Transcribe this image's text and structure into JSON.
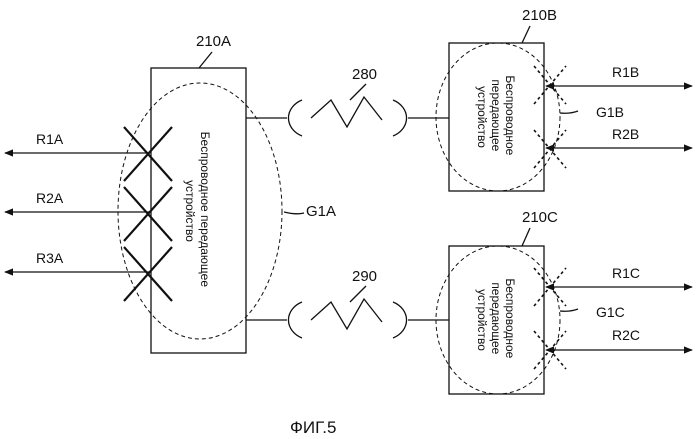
{
  "figure": {
    "caption": "ФИГ.5",
    "device_a": {
      "ref": "210A",
      "text": [
        "Беспроводное передающее",
        "устройство"
      ],
      "group": "G1A",
      "ports": [
        "R1A",
        "R2A",
        "R3A"
      ]
    },
    "device_b": {
      "ref": "210B",
      "text": [
        "Беспроводное",
        "передающее",
        "устройство"
      ],
      "group": "G1B",
      "ports": [
        "R1B",
        "R2B"
      ]
    },
    "device_c": {
      "ref": "210C",
      "text": [
        "Беспроводное",
        "передающее",
        "устройство"
      ],
      "group": "G1C",
      "ports": [
        "R1C",
        "R2C"
      ]
    },
    "link_top": "280",
    "link_bottom": "290"
  }
}
